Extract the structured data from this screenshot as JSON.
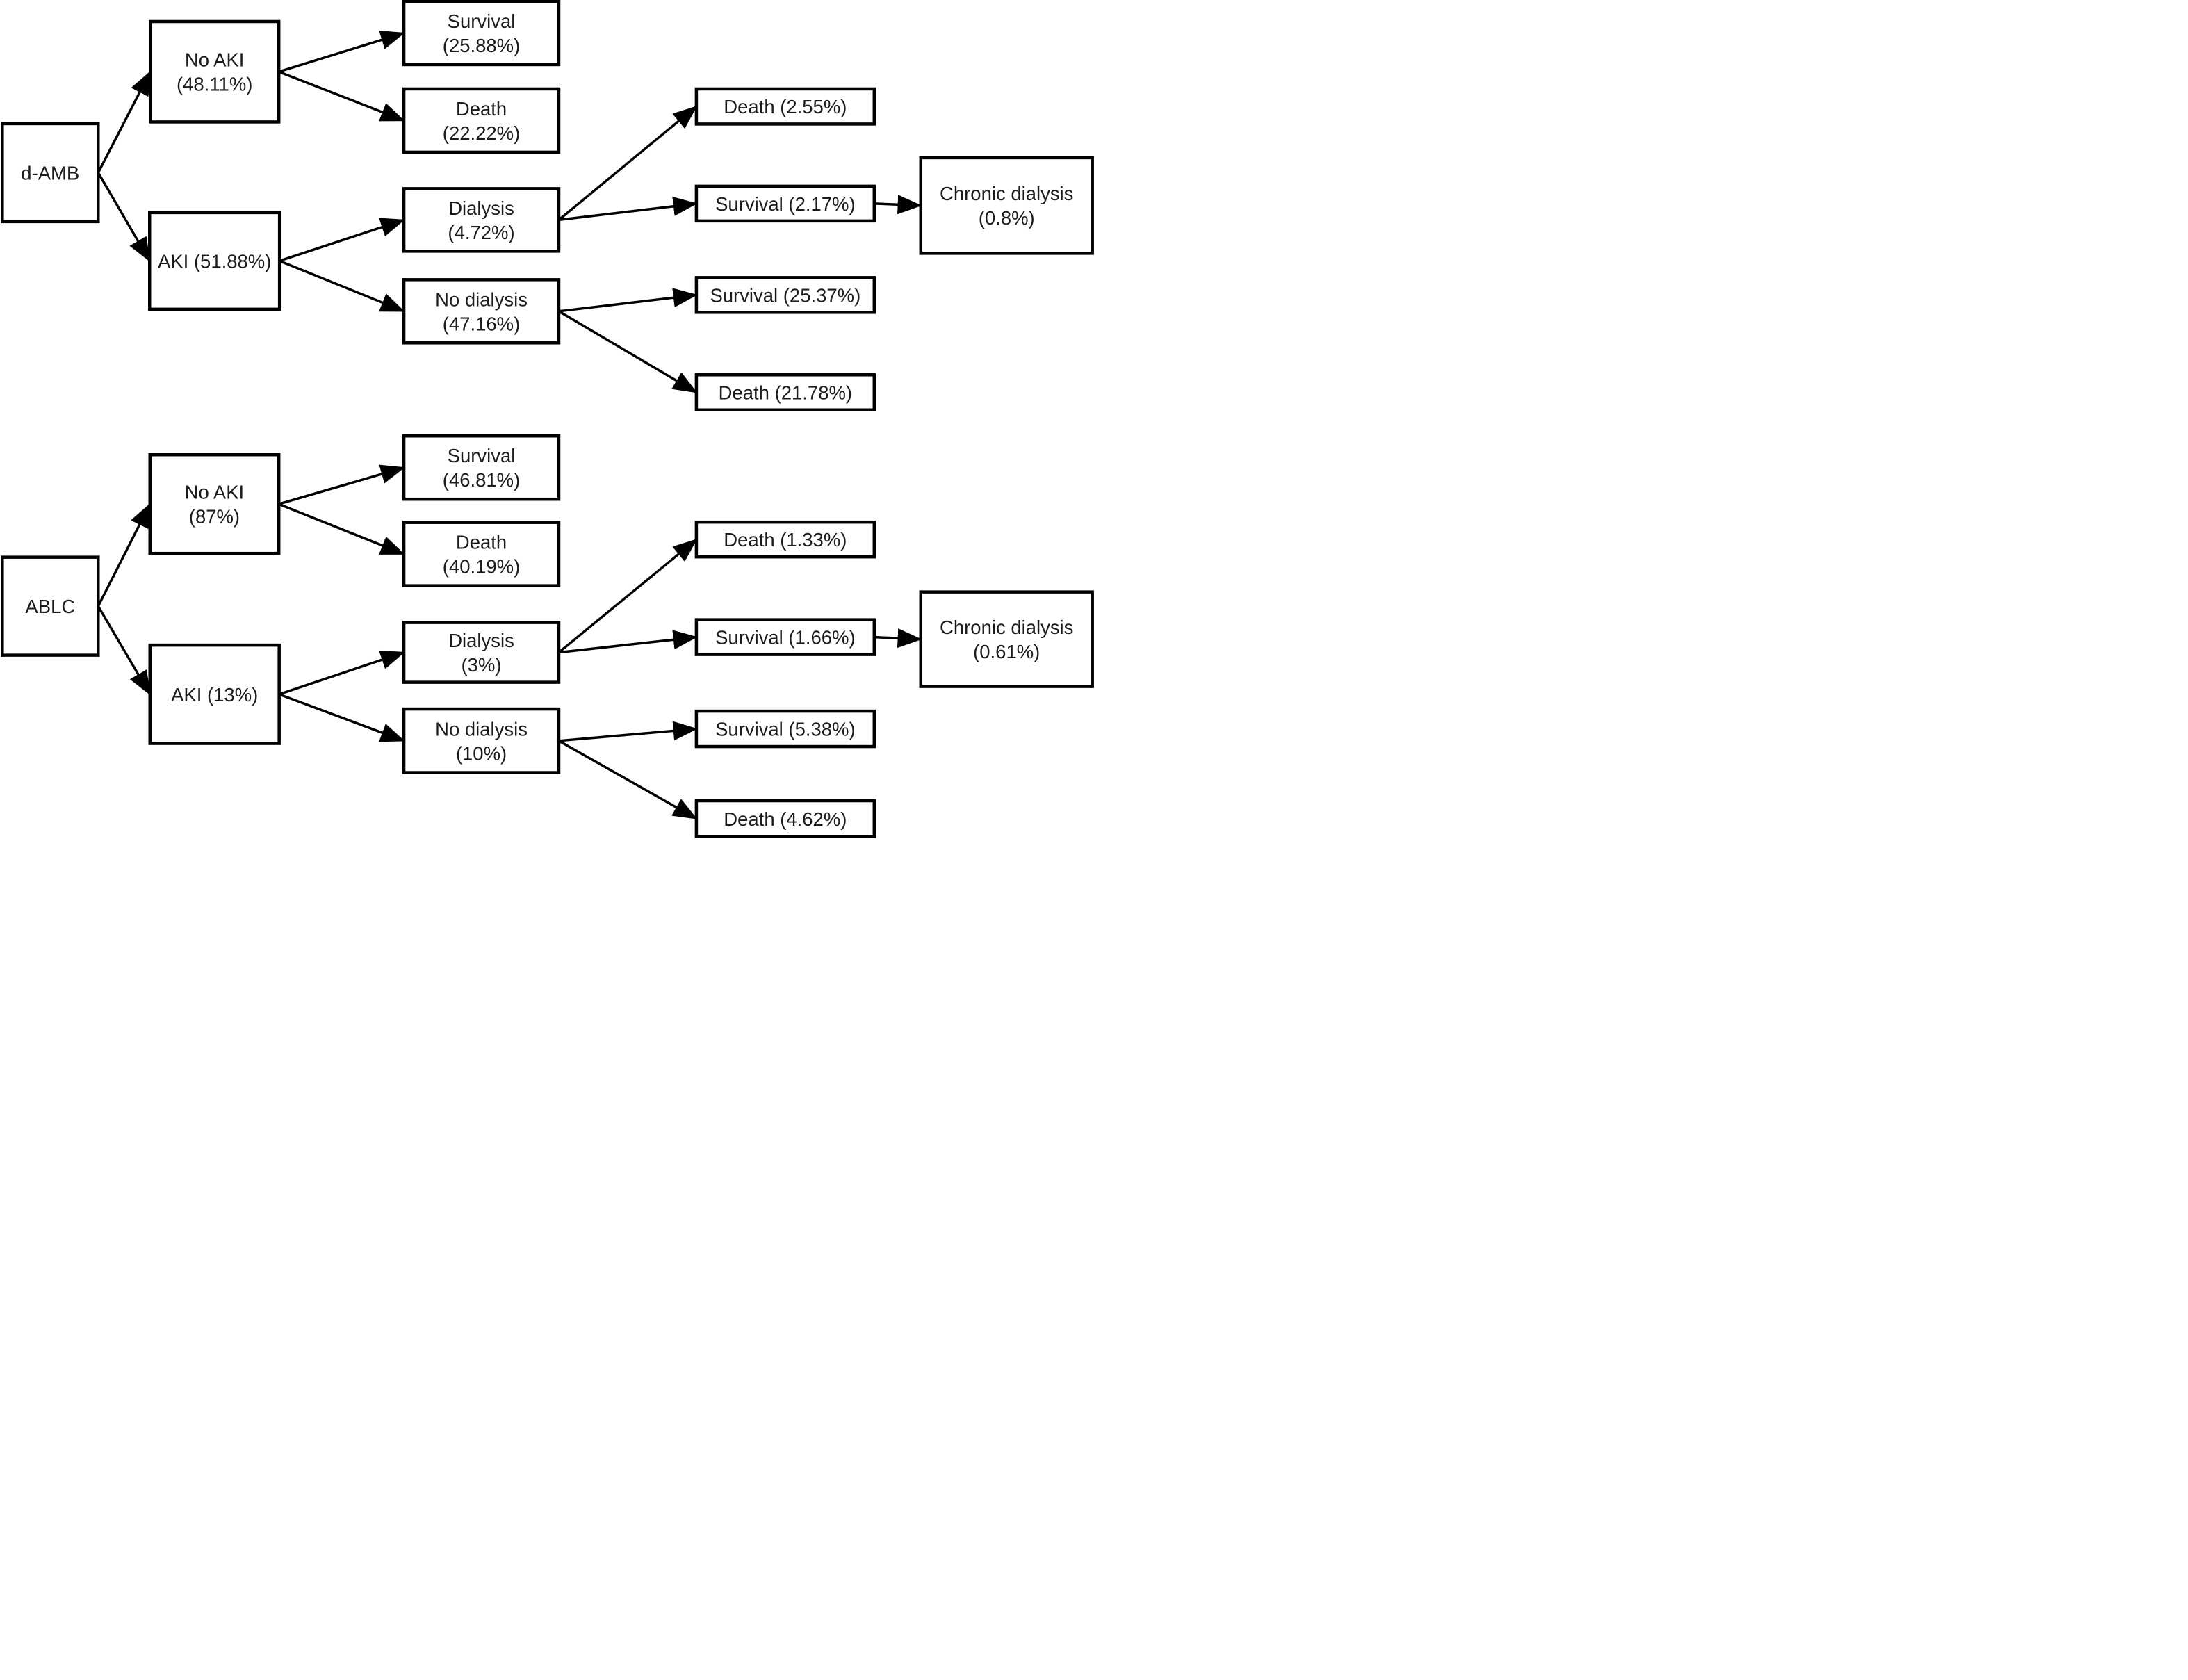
{
  "figure": {
    "background_color": "#ffffff",
    "line_color": "#000000",
    "text_color": "#1c1c1c"
  },
  "diagram": {
    "type": "decision-tree-flowchart",
    "trees": [
      {
        "name": "d-AMB",
        "nodes": [
          {
            "id": "damb",
            "lines": [
              "d-AMB"
            ]
          },
          {
            "id": "noaki1",
            "lines": [
              "No AKI",
              "(48.11%)"
            ]
          },
          {
            "id": "surv2588",
            "lines": [
              "Survival",
              "(25.88%)"
            ]
          },
          {
            "id": "death2222",
            "lines": [
              "Death",
              "(22.22%)"
            ]
          },
          {
            "id": "aki1",
            "lines": [
              "AKI (51.88%)"
            ]
          },
          {
            "id": "dial472",
            "lines": [
              "Dialysis",
              "(4.72%)"
            ]
          },
          {
            "id": "nodial4716",
            "lines": [
              "No dialysis",
              "(47.16%)"
            ]
          },
          {
            "id": "death255",
            "lines": [
              "Death (2.55%)"
            ]
          },
          {
            "id": "surv217",
            "lines": [
              "Survival (2.17%)"
            ]
          },
          {
            "id": "chronic08",
            "lines": [
              "Chronic dialysis",
              "(0.8%)"
            ]
          },
          {
            "id": "surv2537",
            "lines": [
              "Survival (25.37%)"
            ]
          },
          {
            "id": "death2178",
            "lines": [
              "Death (21.78%)"
            ]
          }
        ],
        "edges": [
          {
            "from": "damb",
            "to": "noaki1"
          },
          {
            "from": "damb",
            "to": "aki1"
          },
          {
            "from": "noaki1",
            "to": "surv2588"
          },
          {
            "from": "noaki1",
            "to": "death2222"
          },
          {
            "from": "aki1",
            "to": "dial472"
          },
          {
            "from": "aki1",
            "to": "nodial4716"
          },
          {
            "from": "dial472",
            "to": "death255"
          },
          {
            "from": "dial472",
            "to": "surv217"
          },
          {
            "from": "surv217",
            "to": "chronic08"
          },
          {
            "from": "nodial4716",
            "to": "surv2537"
          },
          {
            "from": "nodial4716",
            "to": "death2178"
          }
        ]
      },
      {
        "name": "ABLC",
        "nodes": [
          {
            "id": "ablc",
            "lines": [
              "ABLC"
            ]
          },
          {
            "id": "noaki2",
            "lines": [
              "No AKI",
              "(87%)"
            ]
          },
          {
            "id": "surv4681",
            "lines": [
              "Survival",
              "(46.81%)"
            ]
          },
          {
            "id": "death4019",
            "lines": [
              "Death",
              "(40.19%)"
            ]
          },
          {
            "id": "aki2",
            "lines": [
              "AKI (13%)"
            ]
          },
          {
            "id": "dial3",
            "lines": [
              "Dialysis",
              "(3%)"
            ]
          },
          {
            "id": "nodial10",
            "lines": [
              "No dialysis",
              "(10%)"
            ]
          },
          {
            "id": "death133",
            "lines": [
              "Death (1.33%)"
            ]
          },
          {
            "id": "surv166",
            "lines": [
              "Survival (1.66%)"
            ]
          },
          {
            "id": "chronic061",
            "lines": [
              "Chronic dialysis",
              "(0.61%)"
            ]
          },
          {
            "id": "surv538",
            "lines": [
              "Survival (5.38%)"
            ]
          },
          {
            "id": "death462",
            "lines": [
              "Death (4.62%)"
            ]
          }
        ],
        "edges": [
          {
            "from": "ablc",
            "to": "noaki2"
          },
          {
            "from": "ablc",
            "to": "aki2"
          },
          {
            "from": "noaki2",
            "to": "surv4681"
          },
          {
            "from": "noaki2",
            "to": "death4019"
          },
          {
            "from": "aki2",
            "to": "dial3"
          },
          {
            "from": "aki2",
            "to": "nodial10"
          },
          {
            "from": "dial3",
            "to": "death133"
          },
          {
            "from": "dial3",
            "to": "surv166"
          },
          {
            "from": "surv166",
            "to": "chronic061"
          },
          {
            "from": "nodial10",
            "to": "surv538"
          },
          {
            "from": "nodial10",
            "to": "death462"
          }
        ]
      }
    ]
  }
}
